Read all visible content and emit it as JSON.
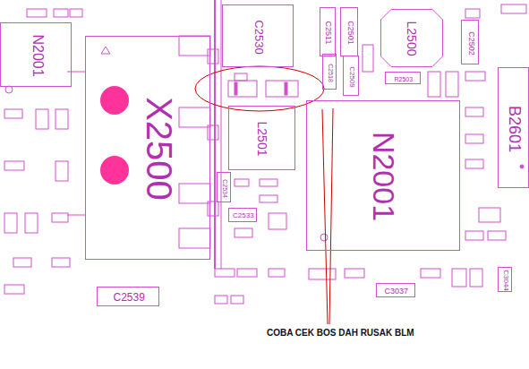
{
  "diagram": {
    "nodes": [
      {
        "text": [
          "N2001"
        ]
      },
      {
        "text": [
          "X2500"
        ]
      },
      {
        "text": [
          "C2530"
        ]
      },
      {
        "text": [
          "C2511"
        ]
      },
      {
        "text": [
          "C2501"
        ]
      },
      {
        "text": [
          "L2500"
        ]
      },
      {
        "text": [
          "C2502"
        ]
      },
      {
        "text": [
          "C2518"
        ]
      },
      {
        "text": [
          "C2509"
        ]
      },
      {
        "text": [
          "R2503"
        ]
      },
      {
        "text": [
          "B2601"
        ]
      },
      {
        "text": [
          "L2501"
        ]
      },
      {
        "text": [
          "N2001"
        ]
      },
      {
        "text": [
          "C2534"
        ]
      },
      {
        "text": [
          "C2533"
        ]
      },
      {
        "text": [
          "C2539"
        ]
      },
      {
        "text": [
          "C3037"
        ]
      },
      {
        "text": [
          "C3044"
        ]
      }
    ],
    "labels": [
      "COBA CEK BOS DAH RUSAK BLM"
    ]
  }
}
